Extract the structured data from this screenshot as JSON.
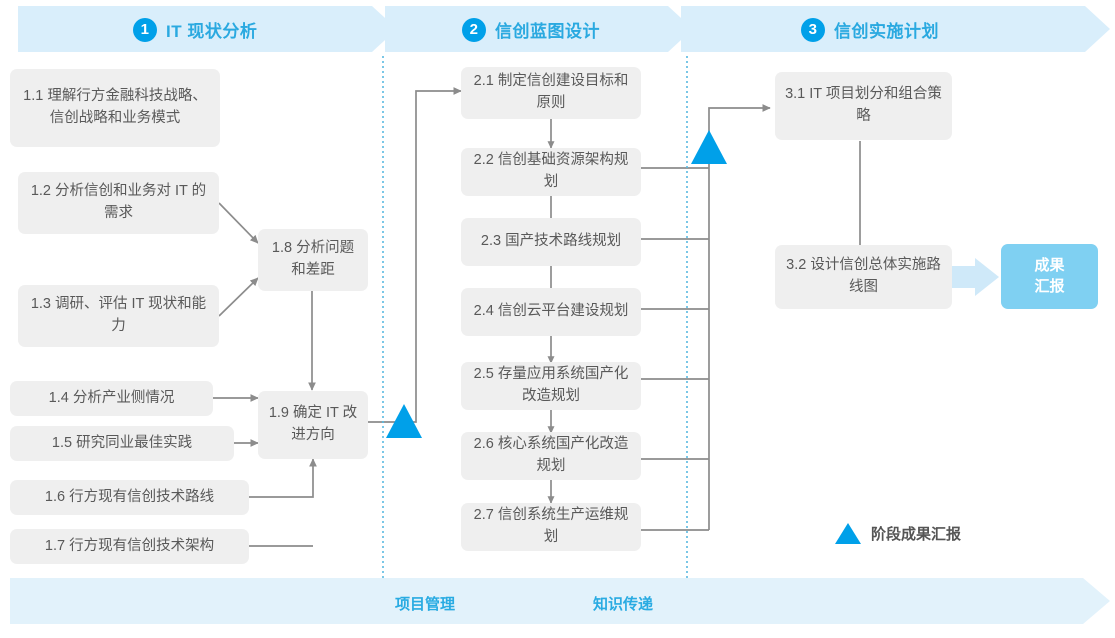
{
  "header": {
    "phases": [
      {
        "num": "1",
        "title": "IT 现状分析"
      },
      {
        "num": "2",
        "title": "信创蓝图设计"
      },
      {
        "num": "3",
        "title": "信创实施计划"
      }
    ]
  },
  "stage1": {
    "inputs": [
      {
        "id": "1.1",
        "text": "1.1 理解行方金融科技战略、信创战略和业务模式"
      },
      {
        "id": "1.2",
        "text": "1.2 分析信创和业务对 IT 的需求"
      },
      {
        "id": "1.3",
        "text": "1.3 调研、评估 IT 现状和能力"
      },
      {
        "id": "1.4",
        "text": "1.4 分析产业侧情况"
      },
      {
        "id": "1.5",
        "text": "1.5 研究同业最佳实践"
      },
      {
        "id": "1.6",
        "text": "1.6 行方现有信创技术路线"
      },
      {
        "id": "1.7",
        "text": "1.7 行方现有信创技术架构"
      }
    ],
    "synthesis": [
      {
        "id": "1.8",
        "text": "1.8 分析问题和差距"
      },
      {
        "id": "1.9",
        "text": "1.9 确定 IT 改进方向"
      }
    ]
  },
  "stage2": {
    "items": [
      {
        "id": "2.1",
        "text": "2.1 制定信创建设目标和原则"
      },
      {
        "id": "2.2",
        "text": "2.2 信创基础资源架构规划"
      },
      {
        "id": "2.3",
        "text": "2.3 国产技术路线规划"
      },
      {
        "id": "2.4",
        "text": "2.4 信创云平台建设规划"
      },
      {
        "id": "2.5",
        "text": "2.5 存量应用系统国产化改造规划"
      },
      {
        "id": "2.6",
        "text": "2.6 核心系统国产化改造规划"
      },
      {
        "id": "2.7",
        "text": "2.7 信创系统生产运维规划"
      }
    ]
  },
  "stage3": {
    "items": [
      {
        "id": "3.1",
        "text": "3.1 IT 项目划分和组合策略"
      },
      {
        "id": "3.2",
        "text": "3.2 设计信创总体实施路线图"
      }
    ],
    "result": {
      "line1": "成果",
      "line2": "汇报"
    }
  },
  "legend": {
    "label": "阶段成果汇报"
  },
  "footer": {
    "labels": [
      "项目管理",
      "知识传递"
    ]
  },
  "colors": {
    "accent": "#00a0e9",
    "accent_light": "#7fd0f2",
    "banner_fill": "#d9eefb",
    "footer_fill": "#e2f2fb",
    "node_fill": "#efefef",
    "node_text": "#595959",
    "wire": "#8c8c8c",
    "divider": "#5ab9e0"
  }
}
